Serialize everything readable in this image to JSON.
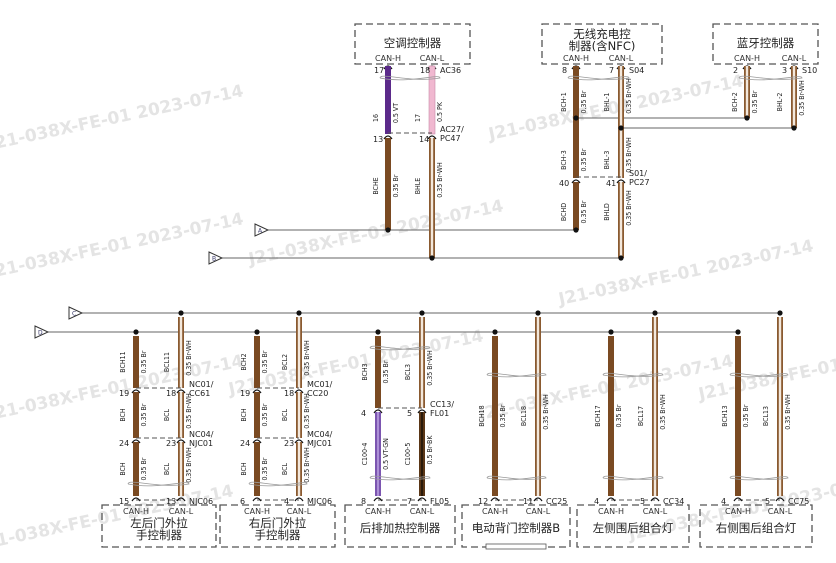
{
  "watermark": "J21-038X-FE-01 2023-07-14",
  "colors": {
    "Br": "#7a4a22",
    "BrWH_outer": "#8a5a30",
    "BrWH_inner": "#f3e8dc",
    "VT": "#5b2a8a",
    "PK": "#f0b8d0",
    "VTGN": "#7b55b0",
    "BrBK": "#5a3616",
    "bus": "#666666"
  },
  "bus_flags": [
    {
      "id": "A",
      "label": "A"
    },
    {
      "id": "B",
      "label": "B"
    },
    {
      "id": "C",
      "label": "C"
    },
    {
      "id": "D",
      "label": "D"
    }
  ],
  "top_modules": [
    {
      "name": "空调控制器",
      "can_h": "CAN-H",
      "can_l": "CAN-L",
      "h_pin": "17",
      "l_pin": "18",
      "connector": "AC36",
      "h_upper": {
        "circuit": "16",
        "spec": "0.5 VT",
        "color": "VT"
      },
      "l_upper": {
        "circuit": "17",
        "spec": "0.5 PK",
        "color": "PK"
      },
      "inline": {
        "h_pin": "13",
        "l_pin": "14",
        "connector": "AC27/\nPC47"
      },
      "h_lower": {
        "circuit": "BCHE",
        "spec": "0.35 Br",
        "color": "Br"
      },
      "l_lower": {
        "circuit": "BHLE",
        "spec": "0.35 Br-WH",
        "color": "BrWH"
      }
    },
    {
      "name": "无线充电控\n制器(含NFC)",
      "can_h": "CAN-H",
      "can_l": "CAN-L",
      "h_pin": "8",
      "l_pin": "7",
      "connector": "S04",
      "h_upper": {
        "circuit": "BCH-1",
        "spec": "0.35 Br",
        "color": "Br"
      },
      "l_upper": {
        "circuit": "BHL-1",
        "spec": "0.35 Br-WH",
        "color": "BrWH"
      },
      "h_mid": {
        "circuit": "BCH-3",
        "spec": "0.35 Br",
        "color": "Br"
      },
      "l_mid": {
        "circuit": "BHL-3",
        "spec": "0.35 Br-WH",
        "color": "BrWH"
      },
      "inline": {
        "h_pin": "40",
        "l_pin": "41",
        "connector": "S01/\nPC27"
      },
      "h_lower": {
        "circuit": "BCHD",
        "spec": "0.35 Br",
        "color": "Br"
      },
      "l_lower": {
        "circuit": "BHLD",
        "spec": "0.35 Br-WH",
        "color": "BrWH"
      }
    },
    {
      "name": "蓝牙控制器",
      "can_h": "CAN-H",
      "can_l": "CAN-L",
      "h_pin": "2",
      "l_pin": "3",
      "connector": "S10",
      "h_upper": {
        "circuit": "BCH-2",
        "spec": "0.35 Br",
        "color": "BrWH"
      },
      "l_upper": {
        "circuit": "BHL-2",
        "spec": "0.35 Br-WH",
        "color": "BrWH"
      }
    }
  ],
  "bottom_modules": [
    {
      "name": "左后门外拉\n手控制器",
      "can_h": "CAN-H",
      "can_l": "CAN-L",
      "segments": [
        {
          "h": {
            "circuit": "BCH11",
            "spec": "0.35 Br"
          },
          "l": {
            "circuit": "BCL11",
            "spec": "0.35 Br-WH"
          },
          "h_pin": "19",
          "l_pin": "18",
          "connector": "NC01/\nCC61"
        },
        {
          "h": {
            "circuit": "BCH",
            "spec": "0.35 Br"
          },
          "l": {
            "circuit": "BCL",
            "spec": "0.35 Br-WH"
          },
          "h_pin": "24",
          "l_pin": "23",
          "connector": "NC04/\nNJC01"
        },
        {
          "h": {
            "circuit": "BCH",
            "spec": "0.35 Br"
          },
          "l": {
            "circuit": "BCL",
            "spec": "0.35 Br-WH"
          },
          "h_pin": "15",
          "l_pin": "13",
          "connector": "NJC06"
        }
      ]
    },
    {
      "name": "右后门外拉\n手控制器",
      "can_h": "CAN-H",
      "can_l": "CAN-L",
      "segments": [
        {
          "h": {
            "circuit": "BCH2",
            "spec": "0.35 Br"
          },
          "l": {
            "circuit": "BCL2",
            "spec": "0.35 Br-WH"
          },
          "h_pin": "19",
          "l_pin": "18",
          "connector": "MC01/\nCC20"
        },
        {
          "h": {
            "circuit": "BCH",
            "spec": "0.35 Br"
          },
          "l": {
            "circuit": "BCL",
            "spec": "0.35 Br-WH"
          },
          "h_pin": "24",
          "l_pin": "23",
          "connector": "MC04/\nMJC01"
        },
        {
          "h": {
            "circuit": "BCH",
            "spec": "0.35 Br"
          },
          "l": {
            "circuit": "BCL",
            "spec": "0.35 Br-WH"
          },
          "h_pin": "6",
          "l_pin": "4",
          "connector": "MJC06"
        }
      ]
    },
    {
      "name": "后排加热控制器",
      "can_h": "CAN-H",
      "can_l": "CAN-L",
      "segments": [
        {
          "h": {
            "circuit": "BCH3",
            "spec": "0.35 Br",
            "color": "Br"
          },
          "l": {
            "circuit": "BCL3",
            "spec": "0.35 Br-WH",
            "color": "BrWH"
          },
          "h_pin": "4",
          "l_pin": "5",
          "connector": "CC13/\nFL01"
        },
        {
          "h": {
            "circuit": "C100-4",
            "spec": "0.5 VT-GN",
            "color": "VTGN"
          },
          "l": {
            "circuit": "C100-5",
            "spec": "0.5 Br-BK",
            "color": "BrBK"
          },
          "h_pin": "8",
          "l_pin": "7",
          "connector": "FL05"
        }
      ]
    },
    {
      "name": "电动背门控制器B",
      "can_h": "CAN-H",
      "can_l": "CAN-L",
      "segments": [
        {
          "h": {
            "circuit": "BCH18",
            "spec": "0.35 Br"
          },
          "l": {
            "circuit": "BCL18",
            "spec": "0.35 Br-WH"
          },
          "h_pin": "12",
          "l_pin": "11",
          "connector": "CC25"
        }
      ]
    },
    {
      "name": "左侧围后组合灯",
      "can_h": "CAN-H",
      "can_l": "CAN-L",
      "segments": [
        {
          "h": {
            "circuit": "BCH17",
            "spec": "0.35 Br"
          },
          "l": {
            "circuit": "BCL17",
            "spec": "0.35 Br-WH"
          },
          "h_pin": "4",
          "l_pin": "5",
          "connector": "CC34"
        }
      ]
    },
    {
      "name": "右侧围后组合灯",
      "can_h": "CAN-H",
      "can_l": "CAN-L",
      "segments": [
        {
          "h": {
            "circuit": "BCH13",
            "spec": "0.35 Br"
          },
          "l": {
            "circuit": "BCL13",
            "spec": "0.35 Br-WH"
          },
          "h_pin": "4",
          "l_pin": "5",
          "connector": "CC75"
        }
      ]
    }
  ]
}
